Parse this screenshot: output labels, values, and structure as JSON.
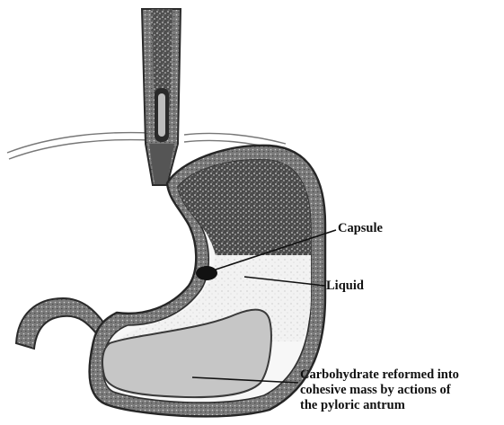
{
  "labels": {
    "capsule": "Capsule",
    "liquid": "Liquid",
    "carbohydrate_lines": [
      "Carbohydrate reformed into",
      "cohesive mass by actions of",
      "the pyloric antrum"
    ]
  },
  "colors": {
    "ink": "#111111",
    "wall_outer": "#3a3a3a",
    "mucosa": "#6a6a6a",
    "gastric_air": "#555555",
    "liquid": "#ececec",
    "carb_mass": "#c6c6c6",
    "background": "#ffffff"
  }
}
